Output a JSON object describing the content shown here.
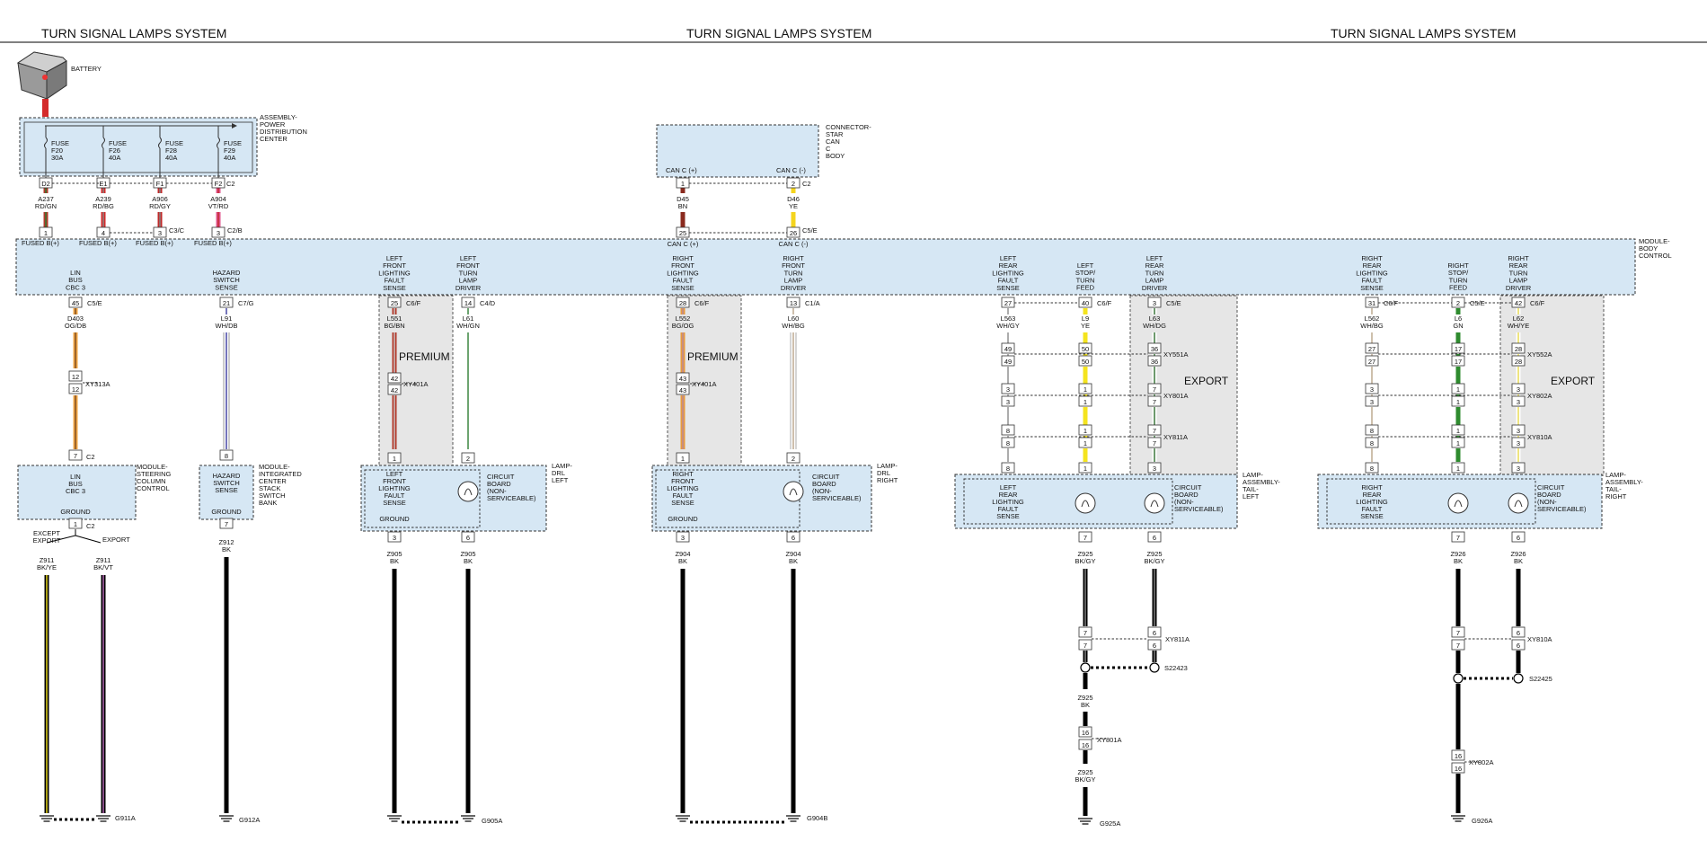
{
  "titles": [
    "TURN SIGNAL LAMPS SYSTEM",
    "TURN SIGNAL LAMPS SYSTEM",
    "TURN SIGNAL LAMPS SYSTEM"
  ],
  "colors": {
    "box": "#d6e7f4",
    "shade": "#e6e6e6",
    "line": "#000000"
  },
  "battery": {
    "label": "BATTERY"
  },
  "pdc": {
    "label": [
      "ASSEMBLY-",
      "POWER",
      "DISTRIBUTION",
      "CENTER"
    ],
    "fuses": [
      {
        "l1": "FUSE",
        "l2": "F20",
        "l3": "30A",
        "pin": "D2",
        "circuit": "A237",
        "color": "RD/GN",
        "bpin": "1",
        "bus": "FUSED B(+)"
      },
      {
        "l1": "FUSE",
        "l2": "F26",
        "l3": "40A",
        "pin": "E1",
        "circuit": "A239",
        "color": "RD/BG",
        "bpin": "4",
        "bus": "FUSED B(+)"
      },
      {
        "l1": "FUSE",
        "l2": "F28",
        "l3": "40A",
        "pin": "F1",
        "circuit": "A906",
        "color": "RD/GY",
        "bpin": "3",
        "bus": "FUSED B(+)"
      },
      {
        "l1": "FUSE",
        "l2": "F29",
        "l3": "40A",
        "pin": "F2",
        "circuit": "A904",
        "color": "VT/RD",
        "bpin": "3",
        "bus": "FUSED B(+)"
      }
    ],
    "conn_c2": "C2",
    "conn_c3c": "C3/C",
    "conn_c2b": "C2/B"
  },
  "star": {
    "label": [
      "CONNECTOR-",
      "STAR",
      "CAN",
      "C",
      "BODY"
    ],
    "pins": [
      {
        "name": "CAN C (+)",
        "pin": "1",
        "circuit": "D45",
        "color": "BN",
        "bpin": "25",
        "bus": "CAN C (+)"
      },
      {
        "name": "CAN C (-)",
        "pin": "2",
        "circuit": "D46",
        "color": "YE",
        "bpin": "26",
        "bus": "CAN C (-)"
      }
    ],
    "conn_top": "C2",
    "conn_bcm": "C5/E"
  },
  "bcm": {
    "label": [
      "MODULE-",
      "BODY",
      "CONTROL"
    ],
    "signals": [
      {
        "l": [
          "LIN",
          "BUS",
          "CBC 3"
        ],
        "pin": "45",
        "conn": "C5/E",
        "circuit": "D403",
        "color": "OG/DB"
      },
      {
        "l": [
          "HAZARD",
          "SWITCH",
          "SENSE"
        ],
        "pin": "21",
        "conn": "C7/G",
        "circuit": "L91",
        "color": "WH/DB"
      },
      {
        "l": [
          "LEFT",
          "FRONT",
          "LIGHTING",
          "FAULT",
          "SENSE"
        ],
        "pin": "25",
        "conn": "C6/F",
        "circuit": "L551",
        "color": "BG/BN"
      },
      {
        "l": [
          "LEFT",
          "FRONT",
          "TURN",
          "LAMP",
          "DRIVER"
        ],
        "pin": "14",
        "conn": "C4/D",
        "circuit": "L61",
        "color": "WH/GN"
      },
      {
        "l": [
          "RIGHT",
          "FRONT",
          "LIGHTING",
          "FAULT",
          "SENSE"
        ],
        "pin": "28",
        "conn": "C6/F",
        "circuit": "L552",
        "color": "BG/OG"
      },
      {
        "l": [
          "RIGHT",
          "FRONT",
          "TURN",
          "LAMP",
          "DRIVER"
        ],
        "pin": "13",
        "conn": "C1/A",
        "circuit": "L60",
        "color": "WH/BG"
      },
      {
        "l": [
          "LEFT",
          "REAR",
          "LIGHTING",
          "FAULT",
          "SENSE"
        ],
        "pin": "27",
        "conn": "",
        "circuit": "L563",
        "color": "WH/GY"
      },
      {
        "l": [
          "LEFT",
          "STOP/",
          "TURN",
          "FEED"
        ],
        "pin": "40",
        "conn": "C6/F",
        "circuit": "L9",
        "color": "YE"
      },
      {
        "l": [
          "LEFT",
          "REAR",
          "TURN",
          "LAMP",
          "DRIVER"
        ],
        "pin": "3",
        "conn": "C5/E",
        "circuit": "L63",
        "color": "WH/DG"
      },
      {
        "l": [
          "RIGHT",
          "REAR",
          "LIGHTING",
          "FAULT",
          "SENSE"
        ],
        "pin": "31",
        "conn": "C6/F",
        "circuit": "L562",
        "color": "WH/BG"
      },
      {
        "l": [
          "RIGHT",
          "STOP/",
          "TURN",
          "FEED"
        ],
        "pin": "2",
        "conn": "C5/E",
        "circuit": "L6",
        "color": "GN"
      },
      {
        "l": [
          "RIGHT",
          "REAR",
          "TURN",
          "LAMP",
          "DRIVER"
        ],
        "pin": "42",
        "conn": "C6/F",
        "circuit": "L62",
        "color": "WH/YE"
      }
    ]
  },
  "labels": {
    "premium": "PREMIUM",
    "export": "EXPORT",
    "xy313a": "XY313A",
    "xy401a": "XY401A",
    "xy551a": "XY551A",
    "xy801a": "XY801A",
    "xy811a": "XY811A",
    "xy552a": "XY552A",
    "xy802a": "XY802A",
    "xy810a": "XY810A",
    "c2": "C2",
    "ground": "GROUND",
    "except_export": [
      "EXCEPT",
      "EXPORT"
    ],
    "export_word": "EXPORT",
    "s22423": "S22423",
    "s22425": "S22425"
  },
  "modules": {
    "steering": {
      "inner": [
        "LIN",
        "BUS",
        "CBC 3"
      ],
      "label": [
        "MODULE-",
        "STEERING",
        "COLUMN",
        "CONTROL"
      ]
    },
    "icsb": {
      "inner": [
        "HAZARD",
        "SWITCH",
        "SENSE"
      ],
      "label": [
        "MODULE-",
        "INTEGRATED",
        "CENTER",
        "STACK",
        "SWITCH",
        "BANK"
      ]
    },
    "drl_left": {
      "inner": [
        "LEFT",
        "FRONT",
        "LIGHTING",
        "FAULT",
        "SENSE"
      ],
      "label": [
        "LAMP-",
        "DRL",
        "LEFT"
      ]
    },
    "drl_right": {
      "inner": [
        "RIGHT",
        "FRONT",
        "LIGHTING",
        "FAULT",
        "SENSE"
      ],
      "label": [
        "LAMP-",
        "DRL",
        "RIGHT"
      ]
    },
    "tail_left": {
      "inner": [
        "LEFT",
        "REAR",
        "LIGHTING",
        "FAULT",
        "SENSE"
      ],
      "label": [
        "LAMP-",
        "ASSEMBLY-",
        "TAIL-",
        "LEFT"
      ]
    },
    "tail_right": {
      "inner": [
        "RIGHT",
        "REAR",
        "LIGHTING",
        "FAULT",
        "SENSE"
      ],
      "label": [
        "LAMP-",
        "ASSEMBLY-",
        "TAIL-",
        "RIGHT"
      ]
    },
    "circuit_board": [
      "CIRCUIT",
      "BOARD",
      "(NON-",
      "SERVICEABLE)"
    ]
  },
  "grounds": {
    "z911_a": {
      "circuit": "Z911",
      "color": "BK/YE"
    },
    "z911_b": {
      "circuit": "Z911",
      "color": "BK/VT"
    },
    "g911a": "G911A",
    "z912": {
      "circuit": "Z912",
      "color": "BK"
    },
    "g912a": "G912A",
    "z905": {
      "circuit": "Z905",
      "color": "BK"
    },
    "g905a": "G905A",
    "z904": {
      "circuit": "Z904",
      "color": "BK"
    },
    "g904b": "G904B",
    "z925a": {
      "circuit": "Z925",
      "color": "BK/GY"
    },
    "z925b": {
      "circuit": "Z925",
      "color": "BK"
    },
    "g925a": "G925A",
    "z926": {
      "circuit": "Z926",
      "color": "BK"
    },
    "g926a": "G926A"
  }
}
